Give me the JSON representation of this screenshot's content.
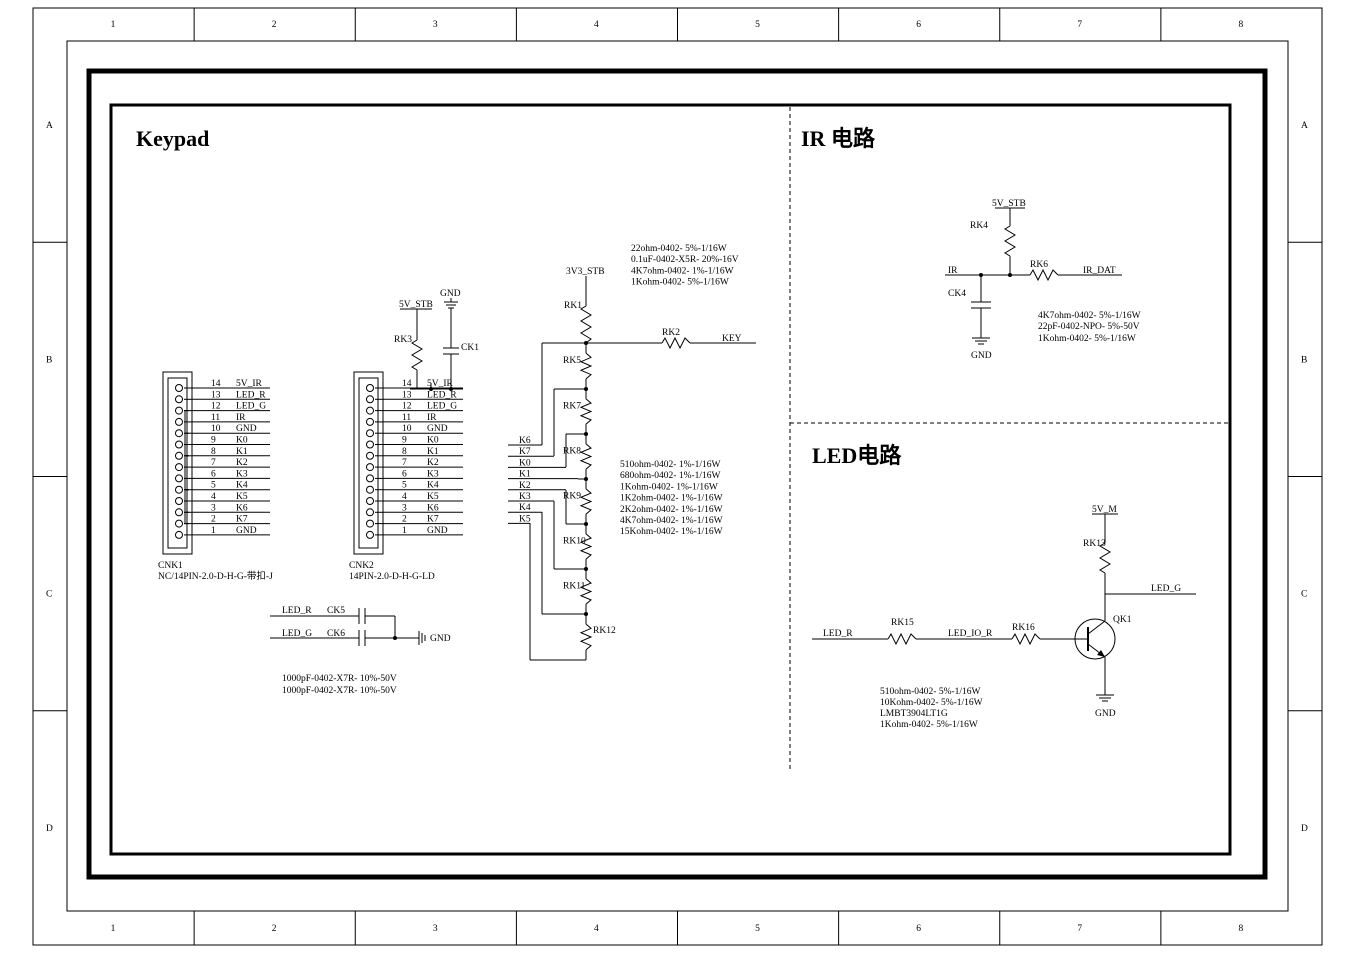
{
  "frame": {
    "columns": [
      "1",
      "2",
      "3",
      "4",
      "5",
      "6",
      "7",
      "8"
    ],
    "rows": [
      "A",
      "B",
      "C",
      "D"
    ]
  },
  "sections": {
    "keypad": "Keypad",
    "ir": "IR 电路",
    "led": "LED电路"
  },
  "cnk1": {
    "ref": "CNK1",
    "part": "NC/14PIN-2.0-D-H-G-带扣-J",
    "pin_numbers": [
      "14",
      "13",
      "12",
      "11",
      "10",
      "9",
      "8",
      "7",
      "6",
      "5",
      "4",
      "3",
      "2",
      "1"
    ],
    "pin_nets": [
      "5V_IR",
      "LED_R",
      "LED_G",
      "IR",
      "GND",
      "K0",
      "K1",
      "K2",
      "K3",
      "K4",
      "K5",
      "K6",
      "K7",
      "GND"
    ]
  },
  "cnk2": {
    "ref": "CNK2",
    "part": "14PIN-2.0-D-H-G-LD",
    "pin_numbers": [
      "14",
      "13",
      "12",
      "11",
      "10",
      "9",
      "8",
      "7",
      "6",
      "5",
      "4",
      "3",
      "2",
      "1"
    ],
    "pin_nets": [
      "5V_IR",
      "LED_R",
      "LED_G",
      "IR",
      "GND",
      "K0",
      "K1",
      "K2",
      "K3",
      "K4",
      "K5",
      "K6",
      "K7",
      "GND"
    ]
  },
  "keypad_power": {
    "supply": "5V_STB",
    "gnd": "GND",
    "rk3": "RK3",
    "ck1": "CK1"
  },
  "filter_caps": {
    "led_r": "LED_R",
    "ck5": "CK5",
    "led_g": "LED_G",
    "ck6": "CK6",
    "gnd": "GND",
    "values": [
      "1000pF-0402-X7R-  10%-50V",
      "1000pF-0402-X7R-  10%-50V"
    ]
  },
  "ladder": {
    "supply": "3V3_STB",
    "rk1": "RK1",
    "rk2": "RK2",
    "key": "KEY",
    "resistors": [
      "RK5",
      "RK7",
      "RK8",
      "RK9",
      "RK10",
      "RK11",
      "RK12"
    ],
    "key_nets": [
      "K6",
      "K7",
      "K0",
      "K1",
      "K2",
      "K3",
      "K4",
      "K5"
    ],
    "values_top": [
      "22ohm-0402-  5%-1/16W",
      "0.1uF-0402-X5R-  20%-16V",
      "4K7ohm-0402-  1%-1/16W",
      "1Kohm-0402-  5%-1/16W"
    ],
    "values_mid": [
      "510ohm-0402-  1%-1/16W",
      "680ohm-0402-  1%-1/16W",
      "1Kohm-0402-  1%-1/16W",
      "1K2ohm-0402-  1%-1/16W",
      "2K2ohm-0402-  1%-1/16W",
      "4K7ohm-0402-  1%-1/16W",
      "15Kohm-0402-  1%-1/16W"
    ]
  },
  "ir_circuit": {
    "supply": "5V_STB",
    "rk4": "RK4",
    "rk6": "RK6",
    "ir": "IR",
    "ir_dat": "IR_DAT",
    "ck4": "CK4",
    "gnd": "GND",
    "values": [
      "4K7ohm-0402-  5%-1/16W",
      "22pF-0402-NPO-  5%-50V",
      "1Kohm-0402-  5%-1/16W"
    ]
  },
  "led_circuit": {
    "supply": "5V_M",
    "rk13": "RK13",
    "led_g": "LED_G",
    "rk15": "RK15",
    "led_r": "LED_R",
    "led_io_r": "LED_IO_R",
    "rk16": "RK16",
    "qk1": "QK1",
    "gnd": "GND",
    "values": [
      "510ohm-0402-  5%-1/16W",
      "10Kohm-0402-  5%-1/16W",
      "LMBT3904LT1G",
      "1Kohm-0402-  5%-1/16W"
    ]
  }
}
